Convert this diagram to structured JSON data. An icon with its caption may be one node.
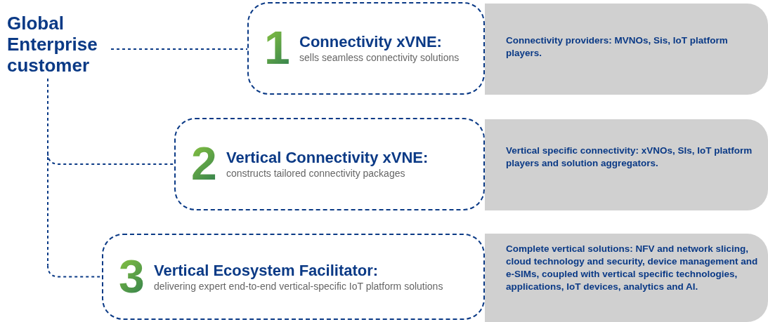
{
  "diagram": {
    "nodes": [
      {
        "text": [
          "Global Enterprise customer"
        ]
      },
      {
        "text": [
          "1",
          "Connectivity xVNE:",
          "sells seamless connectivity solutions"
        ]
      },
      {
        "text": [
          "Connectivity providers: MVNOs, Sis, IoT platform players."
        ]
      },
      {
        "text": [
          "2",
          "Vertical Connectivity xVNE:",
          "constructs tailored connectivity packages"
        ]
      },
      {
        "text": [
          "Vertical specific connectivity: xVNOs, SIs, IoT platform players and solution aggregators."
        ]
      },
      {
        "text": [
          "3",
          "Vertical Ecosystem Facilitator:",
          "delivering expert end-to-end vertical-specific IoT platform solutions"
        ]
      },
      {
        "text": [
          "Complete vertical solutions: NFV and network slicing, cloud technology and security, device management and e-SIMs, coupled with vertical specific technologies, applications, IoT devices, analytics and AI."
        ]
      }
    ],
    "edges": [
      {
        "from": 0,
        "to": 1,
        "arrow": "none",
        "style": "dashed"
      },
      {
        "from": 0,
        "to": 3,
        "arrow": "none",
        "style": "dashed"
      },
      {
        "from": 0,
        "to": 5,
        "arrow": "none",
        "style": "dashed"
      }
    ]
  }
}
